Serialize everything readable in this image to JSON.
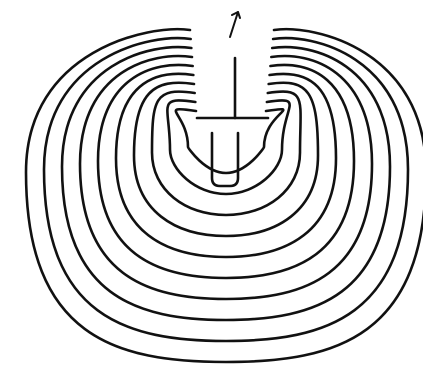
{
  "figure": {
    "kind": "labyrinth",
    "style": "hand-drawn line drawing",
    "shape": "heart / bell-shaped classical labyrinth",
    "wall_color": "#111111",
    "background": "#ffffff",
    "entrance_marker": "arrow-up-icon",
    "ring_count": 10
  }
}
